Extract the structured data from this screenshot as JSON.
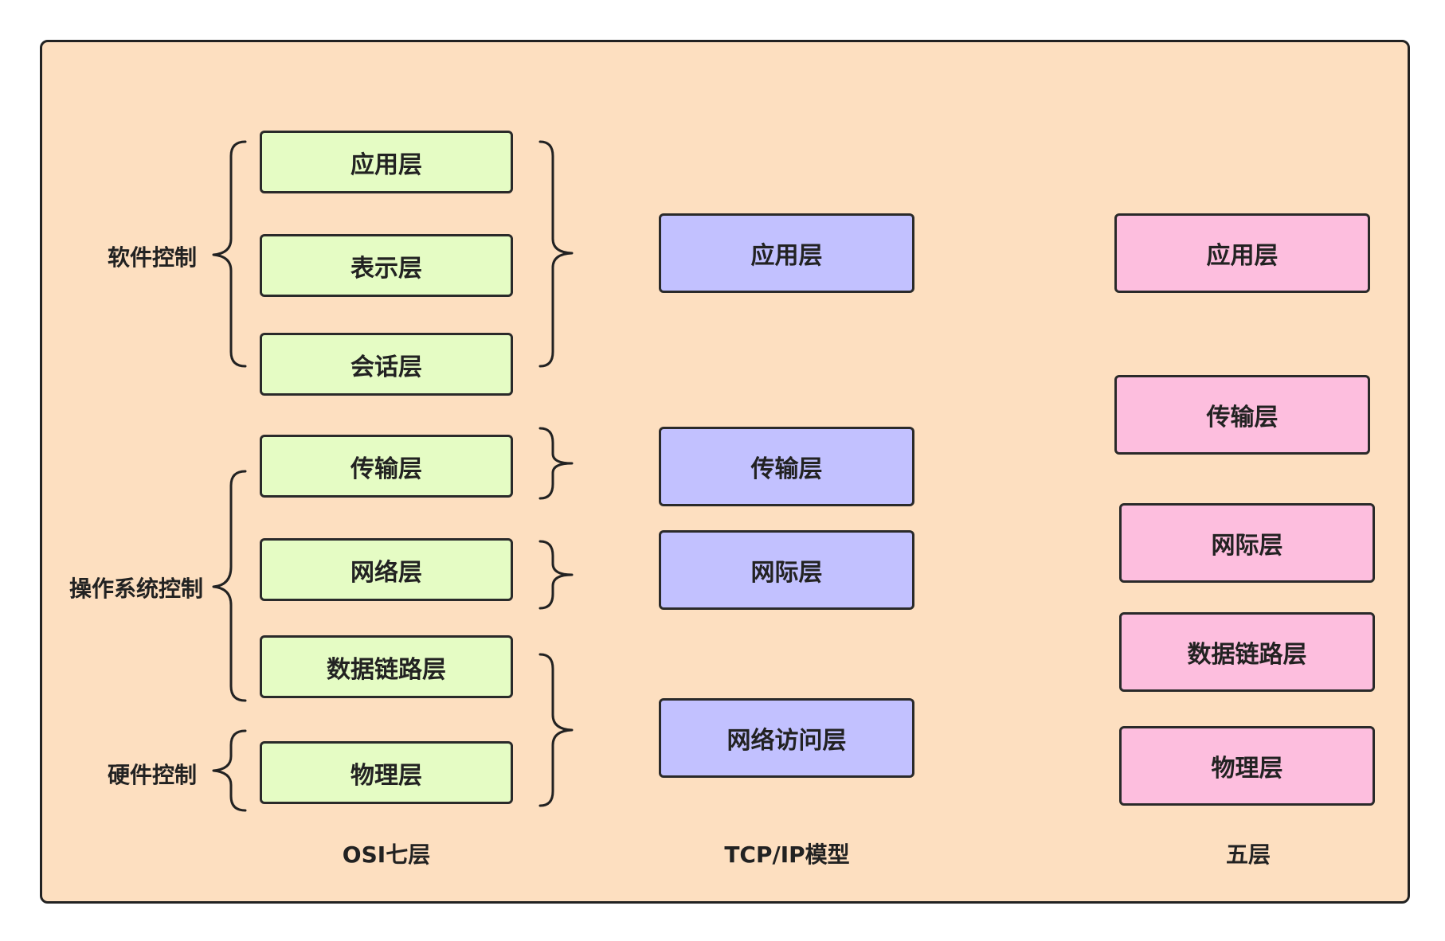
{
  "osi": {
    "title": "OSI七层",
    "layers": [
      "应用层",
      "表示层",
      "会话层",
      "传输层",
      "网络层",
      "数据链路层",
      "物理层"
    ]
  },
  "tcpip": {
    "title": "TCP/IP模型",
    "layers": [
      "应用层",
      "传输层",
      "网际层",
      "网络访问层"
    ]
  },
  "five": {
    "title": "五层",
    "layers": [
      "应用层",
      "传输层",
      "网际层",
      "数据链路层",
      "物理层"
    ]
  },
  "groups": {
    "software": "软件控制",
    "os": "操作系统控制",
    "hardware": "硬件控制"
  },
  "colors": {
    "background": "#fddfc0",
    "osi_fill": "#e5fcc4",
    "tcpip_fill": "#c2c1ff",
    "five_fill": "#fdbede",
    "stroke": "#222222"
  }
}
